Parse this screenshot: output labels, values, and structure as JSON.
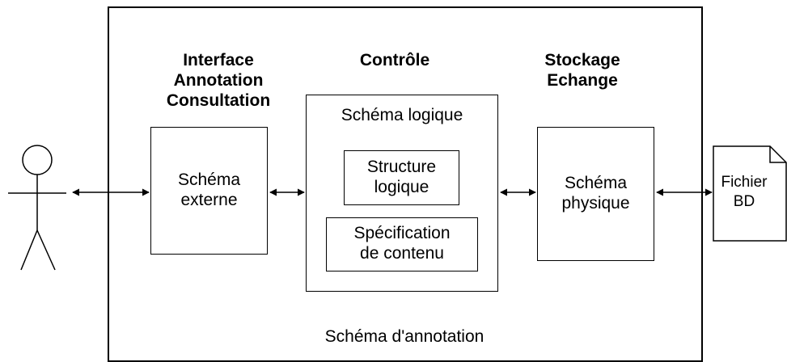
{
  "headings": {
    "interface": [
      "Interface",
      "Annotation",
      "Consultation"
    ],
    "controle": "Contrôle",
    "stockage": [
      "Stockage",
      "Echange"
    ]
  },
  "boxes": {
    "schema_externe": [
      "Schéma",
      "externe"
    ],
    "schema_logique_title": "Schéma logique",
    "structure_logique": [
      "Structure",
      "logique"
    ],
    "specification_contenu": [
      "Spécification",
      "de contenu"
    ],
    "schema_physique": [
      "Schéma",
      "physique"
    ],
    "fichier_bd": [
      "Fichier",
      "BD"
    ]
  },
  "footer": "Schéma d'annotation"
}
